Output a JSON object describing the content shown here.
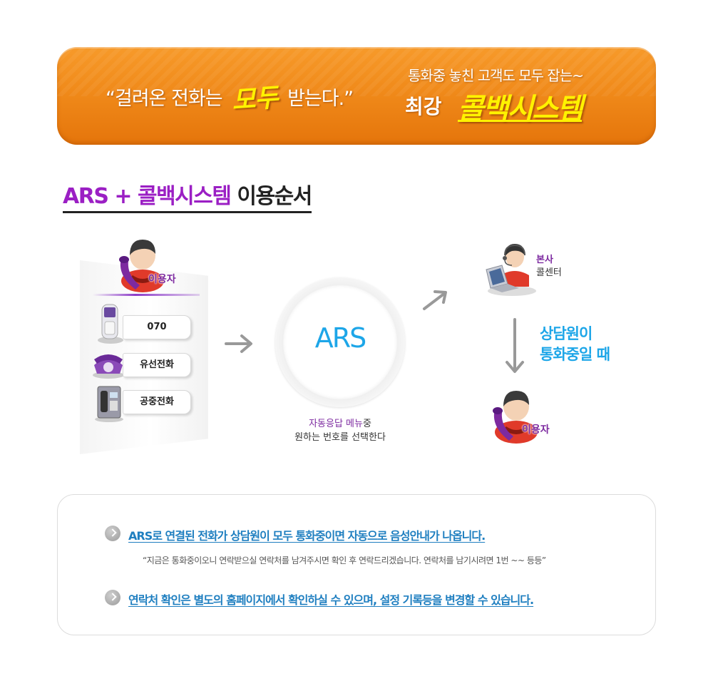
{
  "banner": {
    "quote_pre": "“걸려온 전화는",
    "quote_emph": "모두",
    "quote_post": "받는다.”",
    "subtitle": "통화중 놓친 고객도 모두 잡는~",
    "strong_label": "최강",
    "brand": "콜백시스템"
  },
  "section": {
    "title_part1": "ARS + 콜백시스템",
    "title_part2": "이용순서"
  },
  "flow": {
    "user_label": "이용자",
    "options": [
      "070",
      "유선전화",
      "공중전화"
    ],
    "ars_label": "ARS",
    "ars_desc_highlight": "자동응답 메뉴",
    "ars_desc_rest": "중",
    "ars_desc_line2": "원하는 번호를 선택한다",
    "hq_line1": "본사",
    "hq_line2": "콜센터",
    "busy_line1": "상담원이",
    "busy_line2": "통화중일 때",
    "user_label2": "이용자"
  },
  "info": {
    "line1": "ARS로 연결된 전화가 상담원이 모두 통화중이면 자동으로 음성안내가 나옵니다.",
    "note": "“지금은 통화중이오니 연락받으실 연락처를 남겨주시면 확인 후 연락드리겠습니다. 연락처를 남기시려면 1번 ~~ 등등”",
    "line2": "연락처 확인은 별도의 홈페이지에서 확인하실 수 있으며, 설정 기록등을 변경할 수 있습니다."
  },
  "colors": {
    "banner_orange": "#f08a1a",
    "brand_yellow": "#fff200",
    "purple": "#9b1fc4",
    "ars_blue": "#1da6e8",
    "info_blue": "#1f7fc0"
  },
  "icons": [
    "user-avatar-icon",
    "mobile-phone-icon",
    "desk-phone-icon",
    "payphone-icon",
    "call-center-agent-icon",
    "arrow-right-icon",
    "arrow-up-right-icon",
    "arrow-down-icon",
    "chevron-bullet-icon"
  ]
}
